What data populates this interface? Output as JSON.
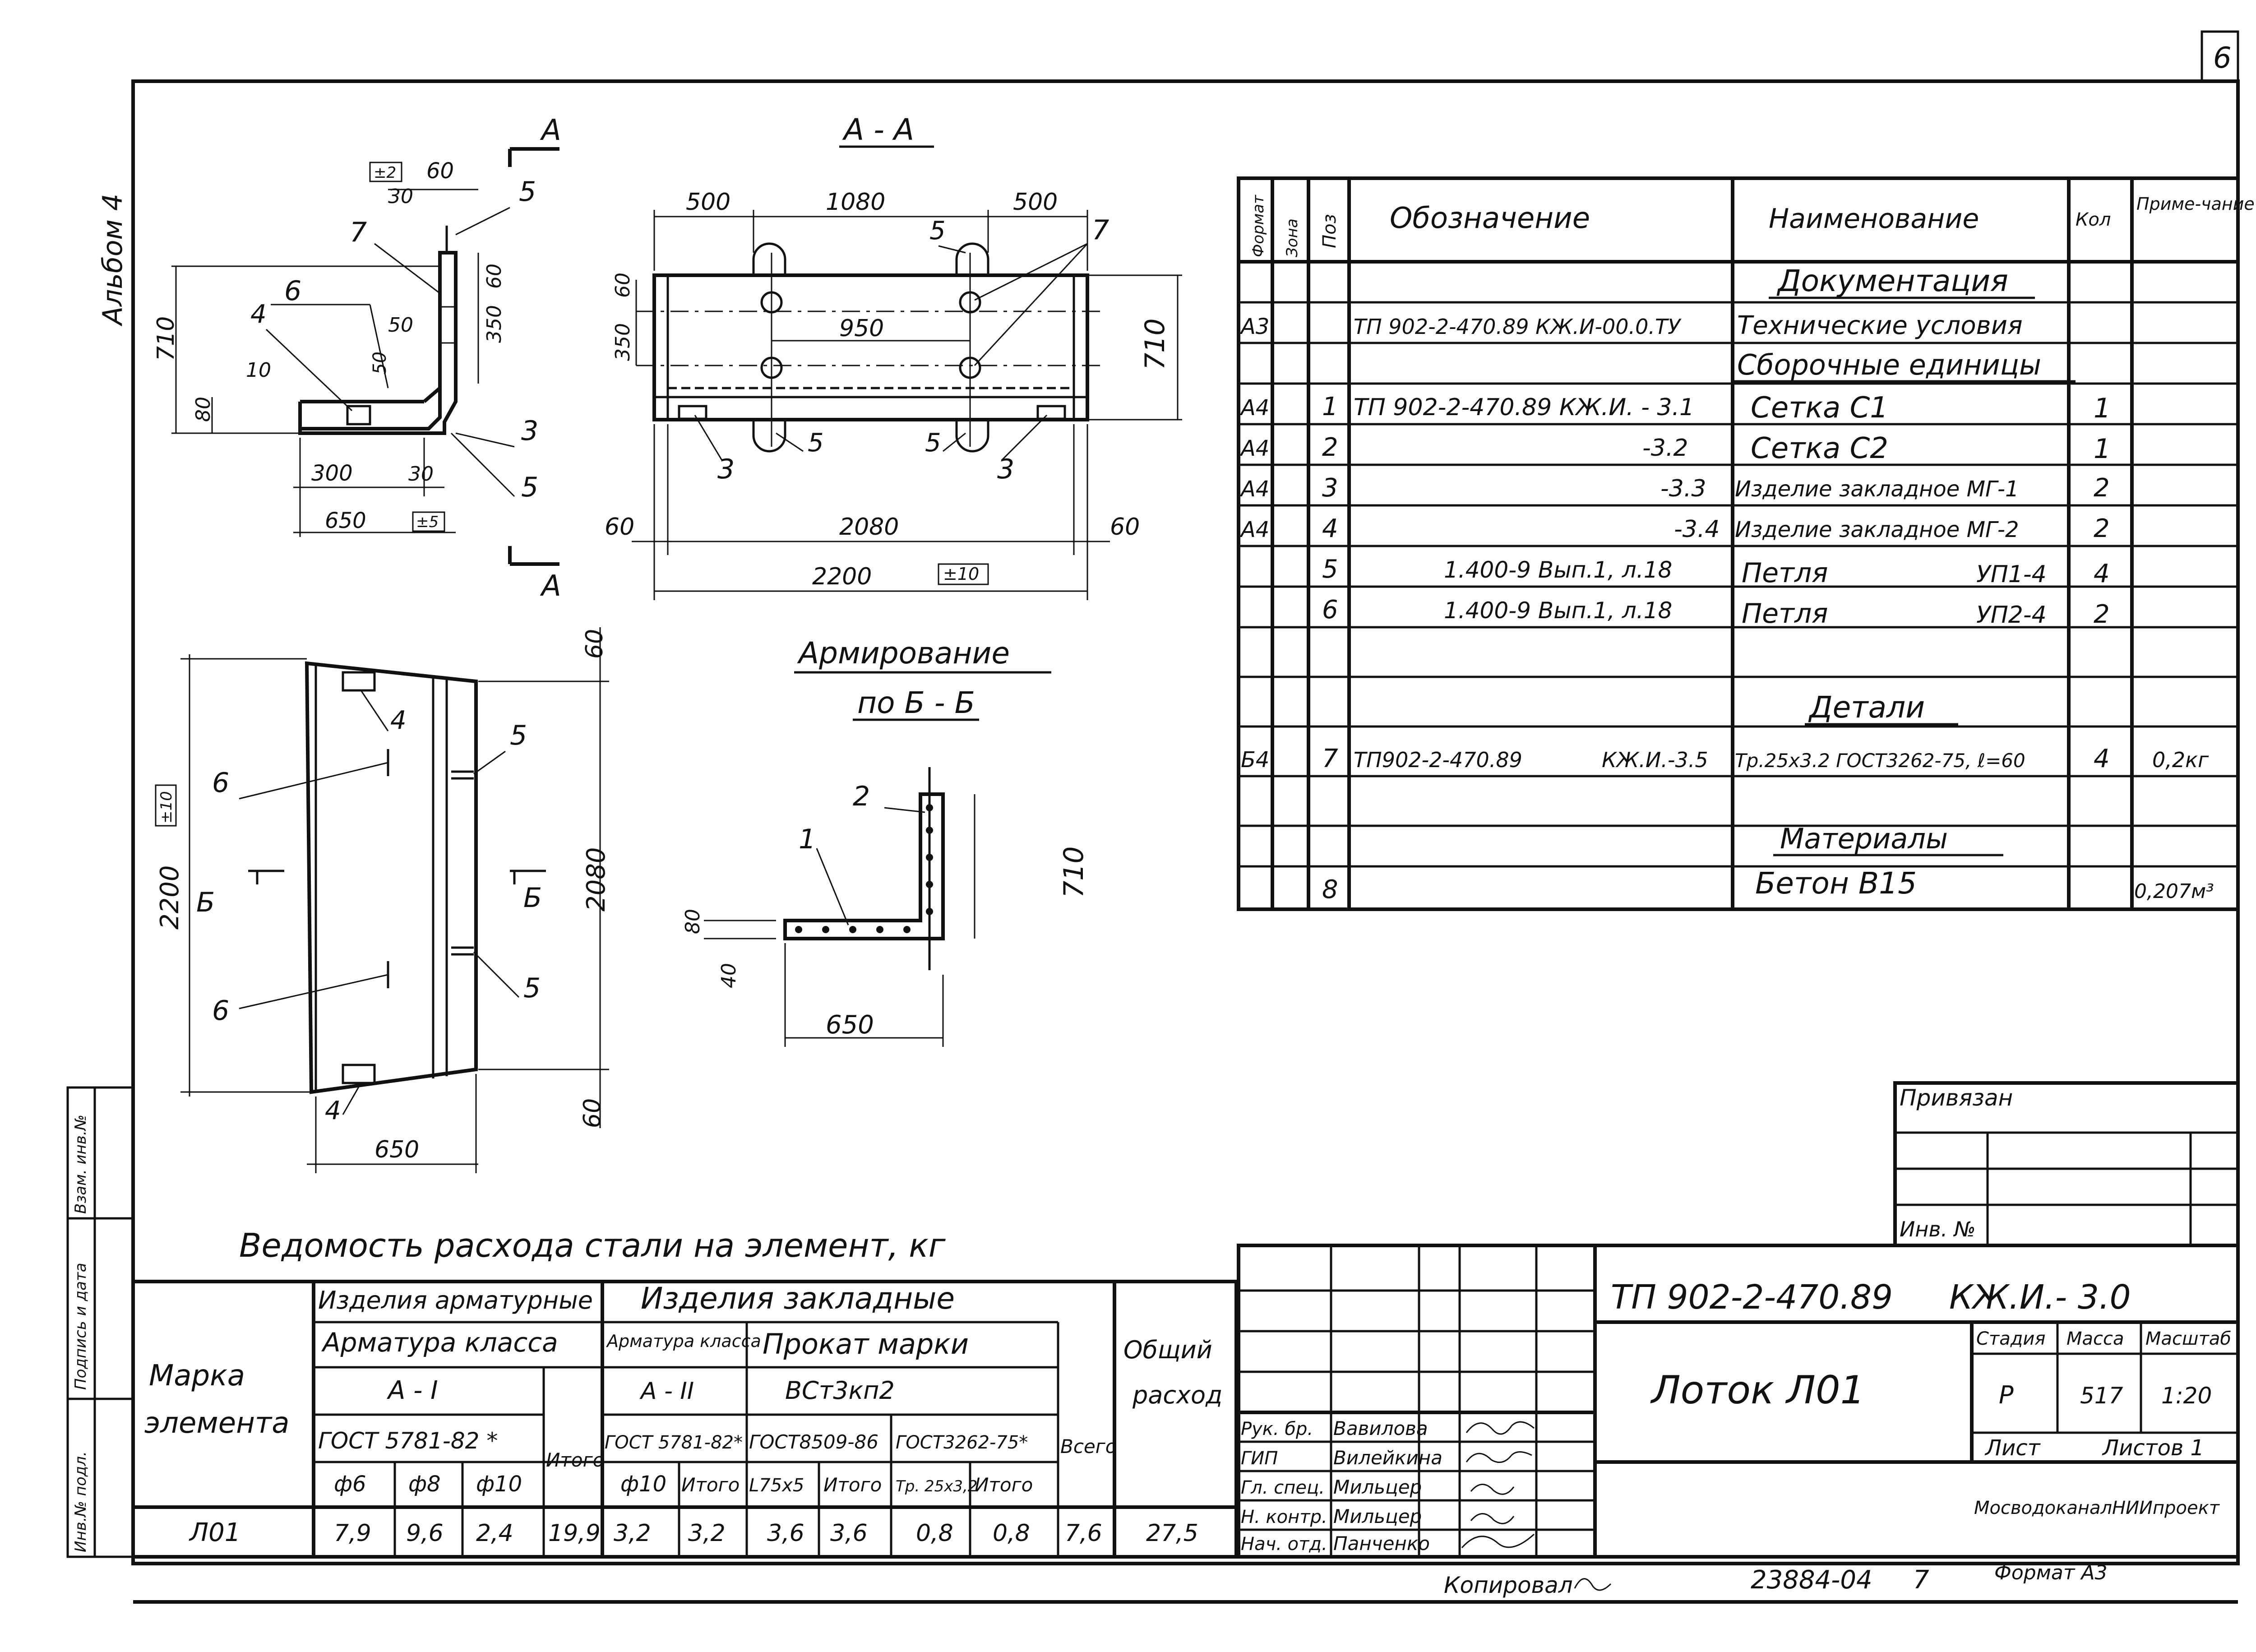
{
  "sheet_number": "6",
  "album": "Альбом 4",
  "side_stamp": [
    "Инв.№ подл.",
    "Подпись и дата",
    "Взам. инв.№"
  ],
  "views": {
    "section_mark": "А",
    "section_title": "А - А",
    "section_dims_top": [
      "500",
      "1080",
      "500"
    ],
    "section_dims_mid": "950",
    "section_dims_h": [
      "350",
      "60",
      "710"
    ],
    "section_dims_bottom": [
      "60",
      "2080",
      "60"
    ],
    "section_total": "2200",
    "section_tol": "±10",
    "side_dims": {
      "d60": "60",
      "d30": "30",
      "t2": "±2",
      "h710": "710",
      "d50": "50",
      "d350": "350",
      "d60b": "60",
      "d50b": "50",
      "d10": "10",
      "d80": "80",
      "d300": "300",
      "d30b": "30",
      "d650": "650",
      "t5": "±5"
    },
    "side_labels": [
      "7",
      "6",
      "4",
      "5",
      "3",
      "5"
    ],
    "plan_dims": {
      "top": "60",
      "len": "2080",
      "bot": "60",
      "total": "2200",
      "tol": "±10",
      "width": "650"
    },
    "plan_labels": [
      "4",
      "5",
      "6",
      "Б",
      "Б",
      "6",
      "5",
      "4"
    ],
    "arm_title_1": "Армирование",
    "arm_title_2": "по Б - Б",
    "arm_dims": {
      "h": "710",
      "d80": "80",
      "d40": "40",
      "w": "650"
    },
    "arm_labels": [
      "2",
      "1"
    ]
  },
  "spec": {
    "headers": [
      "Формат",
      "Зона",
      "Поз",
      "Обозначение",
      "Наименование",
      "Кол",
      "Приме-чание"
    ],
    "section_docs": "Документация",
    "rows_docs": [
      {
        "fmt": "А3",
        "pos": "",
        "des": "ТП 902-2-470.89 КЖ.И-00.0.ТУ",
        "name": "Технические условия",
        "qty": "",
        "note": ""
      }
    ],
    "section_units": "Сборочные единицы",
    "rows_units": [
      {
        "fmt": "А4",
        "pos": "1",
        "des": "ТП 902-2-470.89 КЖ.И. - 3.1",
        "name": "Сетка С1",
        "qty": "1",
        "note": ""
      },
      {
        "fmt": "А4",
        "pos": "2",
        "des": "-3.2",
        "name": "Сетка С2",
        "qty": "1",
        "note": ""
      },
      {
        "fmt": "А4",
        "pos": "3",
        "des": "-3.3",
        "name": "Изделие закладное МГ-1",
        "qty": "2",
        "note": ""
      },
      {
        "fmt": "А4",
        "pos": "4",
        "des": "-3.4",
        "name": "Изделие закладное МГ-2",
        "qty": "2",
        "note": ""
      },
      {
        "fmt": "",
        "pos": "5",
        "des": "1.400-9 Вып.1, л.18",
        "name": "Петля",
        "mark": "УП1-4",
        "qty": "4",
        "note": ""
      },
      {
        "fmt": "",
        "pos": "6",
        "des": "1.400-9 Вып.1, л.18",
        "name": "Петля",
        "mark": "УП2-4",
        "qty": "2",
        "note": ""
      }
    ],
    "section_details": "Детали",
    "rows_details": [
      {
        "fmt": "Б4",
        "pos": "7",
        "des": "ТП902-2-470.89",
        "des2": "КЖ.И.-3.5",
        "name": "Тр.25х3.2 ГОСТ3262-75, ℓ=60",
        "qty": "4",
        "note": "0,2кг"
      }
    ],
    "section_materials": "Материалы",
    "rows_materials": [
      {
        "fmt": "",
        "pos": "8",
        "des": "",
        "name": "Бетон В15",
        "qty": "",
        "note": "0,207м³"
      }
    ]
  },
  "steel": {
    "title": "Ведомость расхода стали на элемент, кг",
    "h_mark": "Марка элемента",
    "h_rebar": "Изделия арматурные",
    "h_rebar_class": "Арматура класса",
    "h_a1": "А - I",
    "h_gost1": "ГОСТ 5781-82 *",
    "h_d6": "ф6",
    "h_d8": "ф8",
    "h_d10": "ф10",
    "h_total1": "Итого",
    "h_embed": "Изделия закладные",
    "h_rebar_class2": "Арматура класса",
    "h_a2": "А - II",
    "h_gost2": "ГОСТ 5781-82*",
    "h_d10b": "ф10",
    "h_total2": "Итого",
    "h_rolled": "Прокат марки",
    "h_steel": "ВСт3кп2",
    "h_gost3": "ГОСТ8509-86",
    "h_angle": "L75х5",
    "h_total3": "Итого",
    "h_gost4": "ГОСТ3262-75*",
    "h_pipe": "Тр. 25х3,2",
    "h_total4": "Итого",
    "h_sum": "Всего",
    "h_common": "Общий расход",
    "row": {
      "mark": "Л01",
      "d6": "7,9",
      "d8": "9,6",
      "d10": "2,4",
      "t1": "19,9",
      "d10b": "3,2",
      "t2": "3,2",
      "ang": "3,6",
      "t3": "3,6",
      "pipe": "0,8",
      "t4": "0,8",
      "sum": "7,6",
      "total": "27,5"
    }
  },
  "stamp": {
    "tied": "Привязан",
    "inv": "Инв. № ",
    "code": "ТП 902-2-470.89",
    "code2": "КЖ.И.- 3.0",
    "title": "Лоток Л01",
    "h_stage": "Стадия",
    "h_mass": "Масса",
    "h_scale": "Масштаб",
    "stage": "Р",
    "mass": "517",
    "scale": "1:20",
    "sheet": "Лист",
    "sheets": "Листов 1",
    "org": "МосводоканалНИИпроект",
    "signers": [
      {
        "role": "Рук. бр.",
        "name": "Вавилова"
      },
      {
        "role": "ГИП",
        "name": "Вилейкина"
      },
      {
        "role": "Гл. спец.",
        "name": "Мильцер"
      },
      {
        "role": "Н. контр.",
        "name": "Мильцер"
      },
      {
        "role": "Нач. отд.",
        "name": "Панченко"
      }
    ],
    "copied": "Копировал",
    "doc_number": "23884-04",
    "doc_number_b": "7",
    "format": "Формат А3"
  }
}
